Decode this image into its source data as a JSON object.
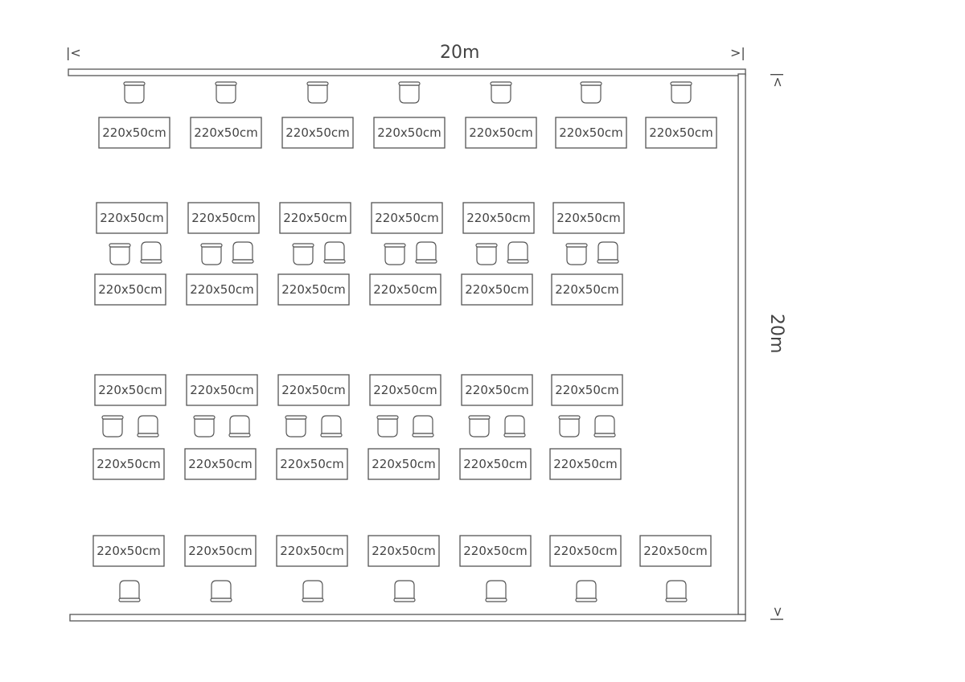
{
  "dimensions": {
    "width_label": "20m",
    "height_label": "20m",
    "left_arrow": "|<",
    "right_arrow": ">|",
    "top_arrow": "|<",
    "bottom_arrow": ">|"
  },
  "table_label": "220x50cm"
}
